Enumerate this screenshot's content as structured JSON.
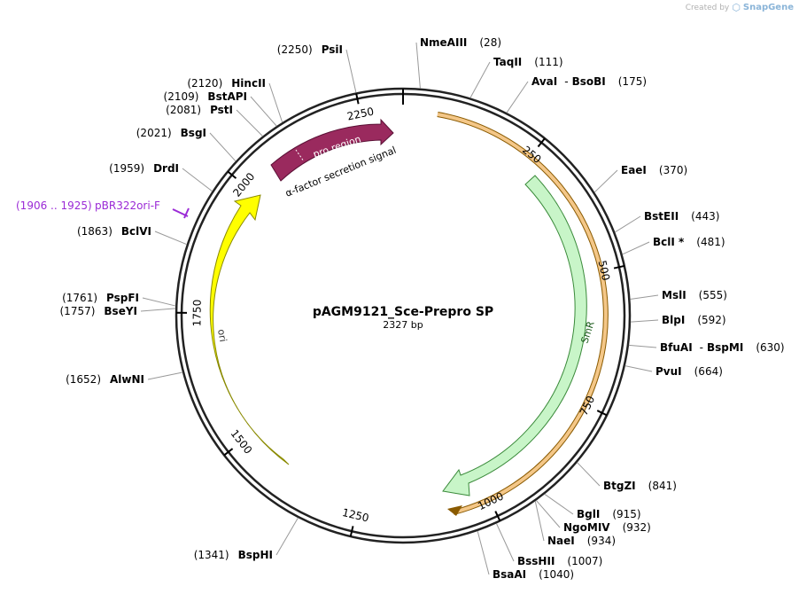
{
  "credit": {
    "created_by": "Created by",
    "brand": "SnapGene",
    "brand_icon": "snapgene-logo-icon"
  },
  "plasmid": {
    "name": "pAGM9121_Sce-Prepro SP",
    "length_label": "2327 bp",
    "length": 2327
  },
  "ticks": [
    {
      "pos": 250,
      "label": "250"
    },
    {
      "pos": 500,
      "label": "500"
    },
    {
      "pos": 750,
      "label": "750"
    },
    {
      "pos": 1000,
      "label": "1000"
    },
    {
      "pos": 1250,
      "label": "1250"
    },
    {
      "pos": 1500,
      "label": "1500"
    },
    {
      "pos": 1750,
      "label": "1750"
    },
    {
      "pos": 2000,
      "label": "2000"
    },
    {
      "pos": 2250,
      "label": "2250"
    }
  ],
  "sites": [
    {
      "name": "NmeAIII",
      "pos_label": "(28)"
    },
    {
      "name": "TaqII",
      "pos_label": "(111)"
    },
    {
      "name": "AvaI",
      "name2": "BsoBI",
      "pos_label": "(175)"
    },
    {
      "name": "EaeI",
      "pos_label": "(370)"
    },
    {
      "name": "BstEII",
      "pos_label": "(443)"
    },
    {
      "name": "BclI *",
      "pos_label": "(481)"
    },
    {
      "name": "MslI",
      "pos_label": "(555)"
    },
    {
      "name": "BlpI",
      "pos_label": "(592)"
    },
    {
      "name": "BfuAI",
      "name2": "BspMI",
      "pos_label": "(630)"
    },
    {
      "name": "PvuI",
      "pos_label": "(664)"
    },
    {
      "name": "BtgZI",
      "pos_label": "(841)"
    },
    {
      "name": "BglI",
      "pos_label": "(915)"
    },
    {
      "name": "NgoMIV",
      "pos_label": "(932)"
    },
    {
      "name": "NaeI",
      "pos_label": "(934)"
    },
    {
      "name": "BssHII",
      "pos_label": "(1007)"
    },
    {
      "name": "BsaAI",
      "pos_label": "(1040)"
    },
    {
      "name": "BspHI",
      "pos_label": "(1341)"
    },
    {
      "name": "AlwNI",
      "pos_label": "(1652)"
    },
    {
      "name": "BseYI",
      "pos_label": "(1757)"
    },
    {
      "name": "PspFI",
      "pos_label": "(1761)"
    },
    {
      "name": "BclVI",
      "pos_label": "(1863)"
    },
    {
      "name": "DrdI",
      "pos_label": "(1959)"
    },
    {
      "name": "BsgI",
      "pos_label": "(2021)"
    },
    {
      "name": "PstI",
      "pos_label": "(2081)"
    },
    {
      "name": "BstAPI",
      "pos_label": "(2109)"
    },
    {
      "name": "HincII",
      "pos_label": "(2120)"
    },
    {
      "name": "PsiI",
      "pos_label": "(2250)"
    }
  ],
  "primer": {
    "name": "pBR322ori-F",
    "pos_label": "(1906 .. 1925)",
    "color": "#9b2ad6"
  },
  "features": [
    {
      "name": "SmR",
      "color": "#c8f5c8"
    },
    {
      "name": "ori",
      "color": "#ffff00"
    },
    {
      "name": "pro region",
      "color": "#9a2a5e"
    },
    {
      "name": "α-factor secretion signal"
    }
  ],
  "colors": {
    "orf": "#f4c788",
    "orf_line": "#8a5a00"
  }
}
